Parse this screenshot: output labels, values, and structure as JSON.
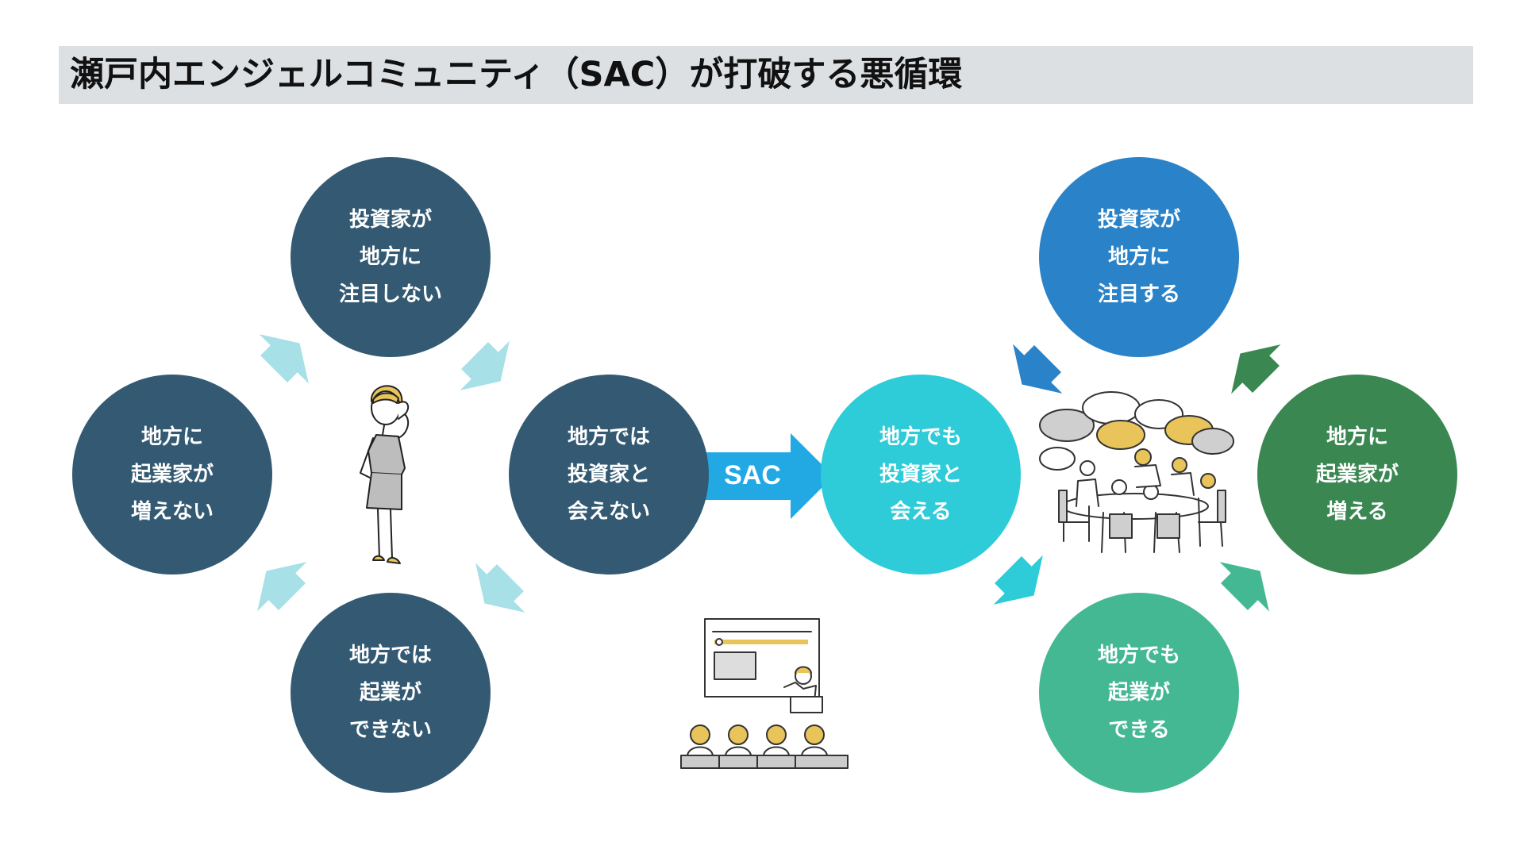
{
  "title": "瀬戸内エンジェルコミュニティ（SAC）が打破する悪循環",
  "bad_cycle": {
    "top": [
      "投資家が",
      "地方に",
      "注目しない"
    ],
    "right": [
      "地方では",
      "投資家と",
      "会えない"
    ],
    "bottom": [
      "地方では",
      "起業が",
      "できない"
    ],
    "left": [
      "地方に",
      "起業家が",
      "増えない"
    ]
  },
  "transition_label": "SAC",
  "good_cycle": {
    "top": [
      "投資家が",
      "地方に",
      "注目する"
    ],
    "left": [
      "地方でも",
      "投資家と",
      "会える"
    ],
    "bottom": [
      "地方でも",
      "起業が",
      "できる"
    ],
    "right": [
      "地方に",
      "起業家が",
      "増える"
    ]
  },
  "colors": {
    "bad_node": "#345a73",
    "bad_arrow": "#a8e0e8",
    "sac_arrow": "#22a9e3",
    "good_left": "#2ecbd8",
    "good_top": "#2a83c8",
    "good_right": "#3a8752",
    "good_bottom": "#44b893",
    "title_bg": "#dde0e3"
  },
  "icons": [
    "confused-woman-illustration",
    "presentation-seminar-illustration",
    "group-discussion-illustration"
  ]
}
